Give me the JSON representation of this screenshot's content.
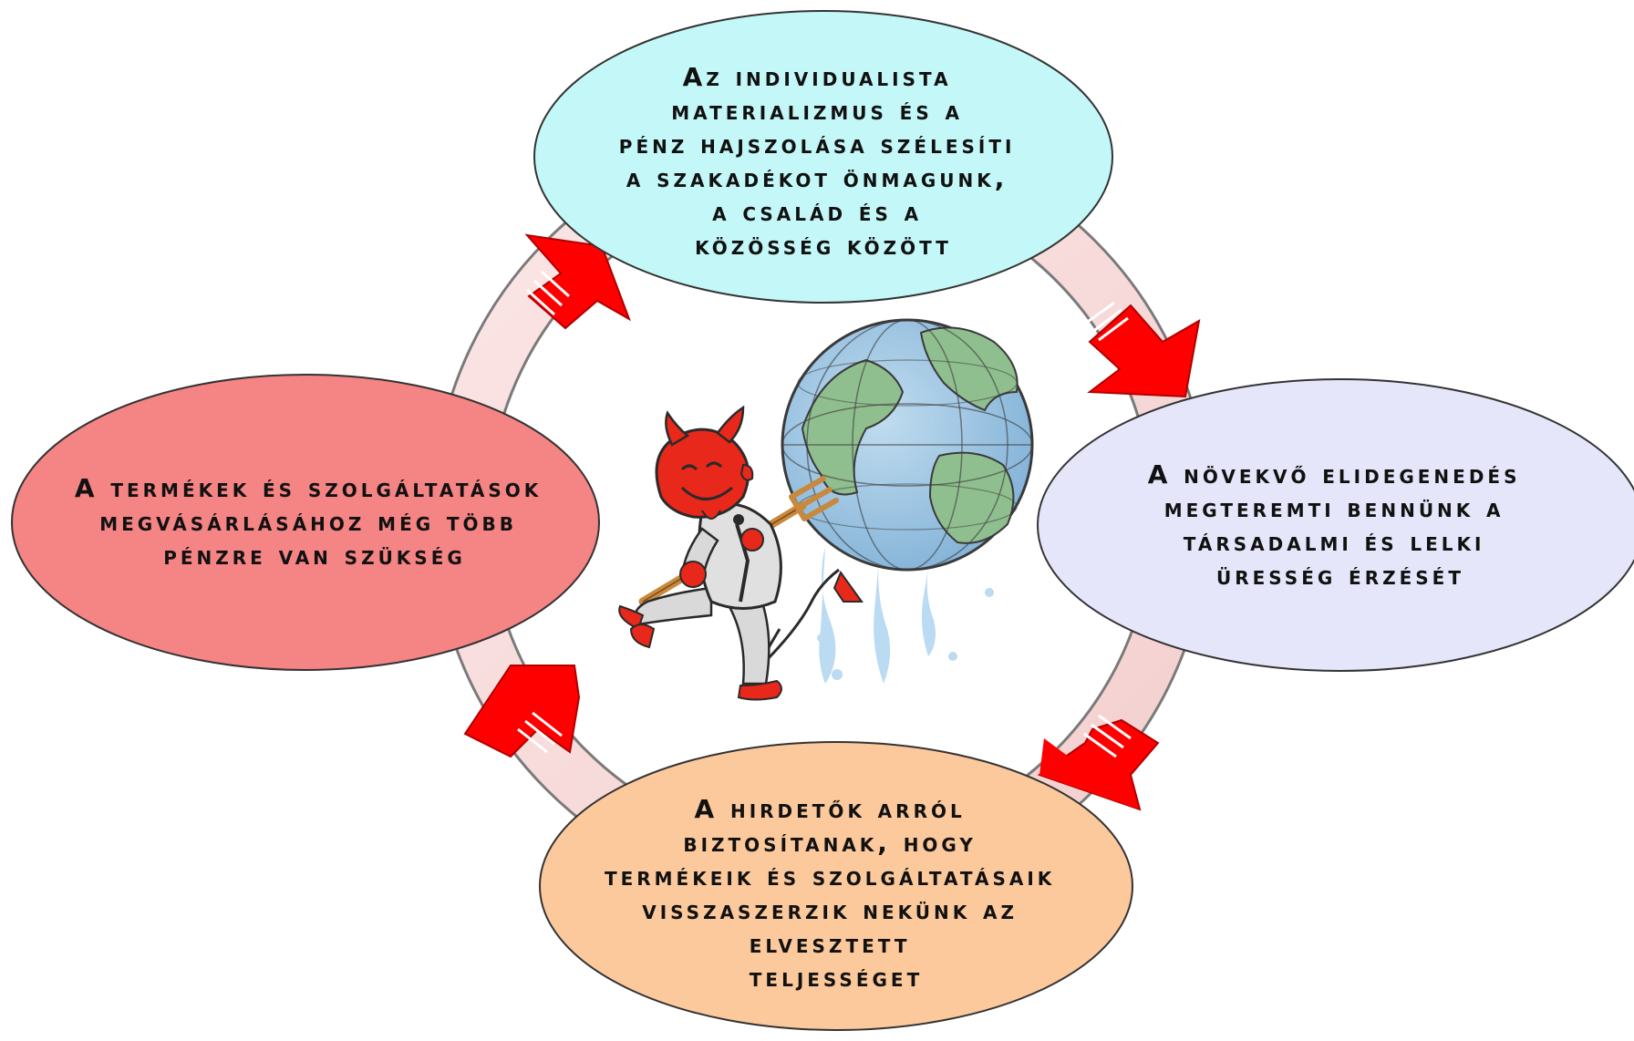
{
  "diagram": {
    "type": "cycle",
    "nodes": [
      {
        "id": "top",
        "lines": [
          "Az individualista",
          "materializmus és a",
          "pénz hajszolása szélesíti",
          "a szakadékot önmagunk,",
          "a család és a",
          "közösség között"
        ],
        "fill": "#c4f8f8"
      },
      {
        "id": "right",
        "lines": [
          "A növekvő elidegenedés",
          "megteremti bennünk a",
          "társadalmi és lelki",
          "üresség érzését"
        ],
        "fill": "#e6e6fb"
      },
      {
        "id": "bottom",
        "lines": [
          "A hirdetők arról",
          "biztosítanak, hogy",
          "termékeik és szolgáltatásaik",
          "visszaszerzik nekünk az",
          "elvesztett",
          "teljességet"
        ],
        "fill": "#fcc99c"
      },
      {
        "id": "left",
        "lines": [
          "A termékek és szolgáltatások",
          "megvásárlásához még több",
          "pénzre van szükség"
        ],
        "fill": "#f58484"
      }
    ],
    "arrows": [
      {
        "from": "top",
        "to": "right",
        "color": "#ff0000"
      },
      {
        "from": "right",
        "to": "bottom",
        "color": "#ff0000"
      },
      {
        "from": "bottom",
        "to": "left",
        "color": "#ff0000"
      },
      {
        "from": "left",
        "to": "top",
        "color": "#ff0000"
      }
    ],
    "center_illustration": "devil-carrying-globe-on-pitchfork",
    "colors": {
      "ring": "#f9dfdf",
      "ring_stroke": "#888888",
      "arrow": "#ff0000",
      "ocean": "#9cc4e4",
      "land": "#8fbe8f",
      "devil": "#e8281a"
    }
  }
}
